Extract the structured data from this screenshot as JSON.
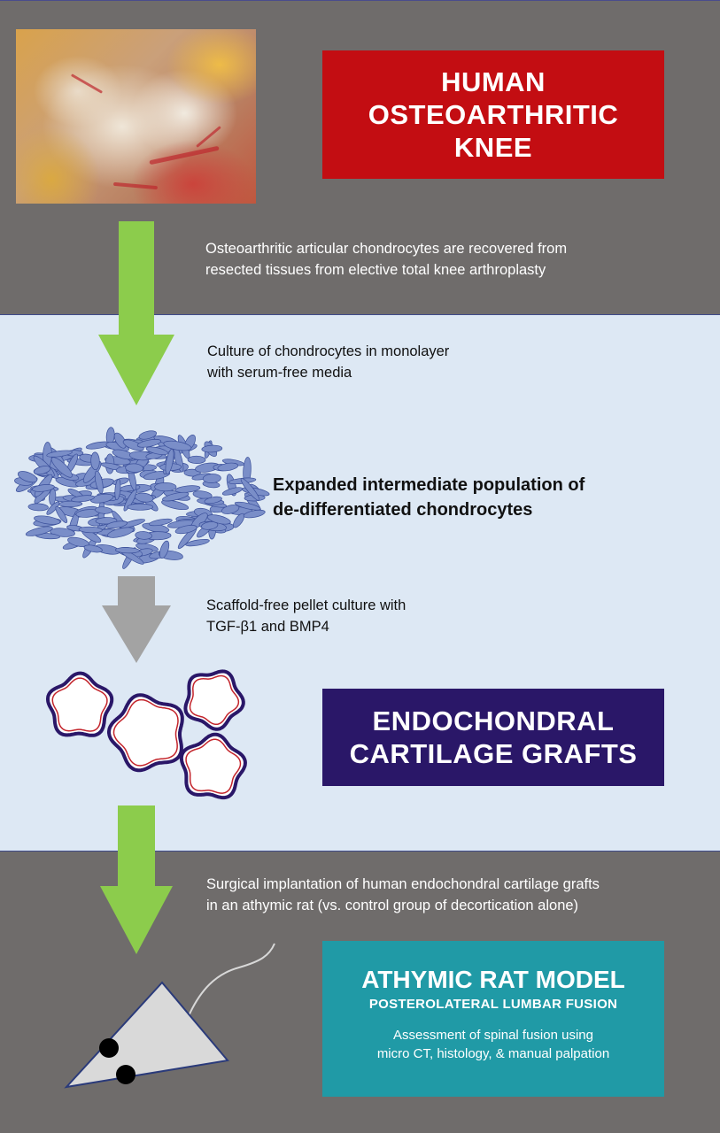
{
  "panels": {
    "knee_title": "HUMAN\nOSTEOARTHRITIC\nKNEE",
    "grafts_title": "ENDOCHONDRAL\nCARTILAGE GRAFTS",
    "rat_title": "ATHYMIC RAT MODEL",
    "rat_subtitle": "POSTEROLATERAL LUMBAR FUSION",
    "rat_description": "Assessment of spinal fusion using\nmicro CT, histology, & manual palpation"
  },
  "steps": {
    "recovery": "Osteoarthritic articular chondrocytes are recovered from\nresected tissues from elective total knee arthroplasty",
    "monolayer": "Culture of chondrocytes in monolayer\nwith serum-free media",
    "pellet": "Scaffold-free pellet culture with\nTGF-β1 and BMP4",
    "implantation": "Surgical implantation of human endochondral cartilage grafts\nin an athymic rat (vs. control group of decortication alone)"
  },
  "population_label": "Expanded intermediate population of\nde-differentiated chondrocytes",
  "colors": {
    "dark_band": "#6f6c6b",
    "light_band": "#dde8f4",
    "knee_box": "#c30d12",
    "grafts_box": "#2a1768",
    "rat_box": "#209aa6",
    "green_arrow": "#8ccc4c",
    "gray_arrow": "#a3a3a3",
    "cell_fill": "#7a8ec8",
    "pellet_outer": "#2a1768",
    "pellet_inner": "#c3242b"
  },
  "icons": [
    "knee-photo",
    "chondrocyte-cluster-icon",
    "cartilage-pellet-icon",
    "rat-icon"
  ]
}
